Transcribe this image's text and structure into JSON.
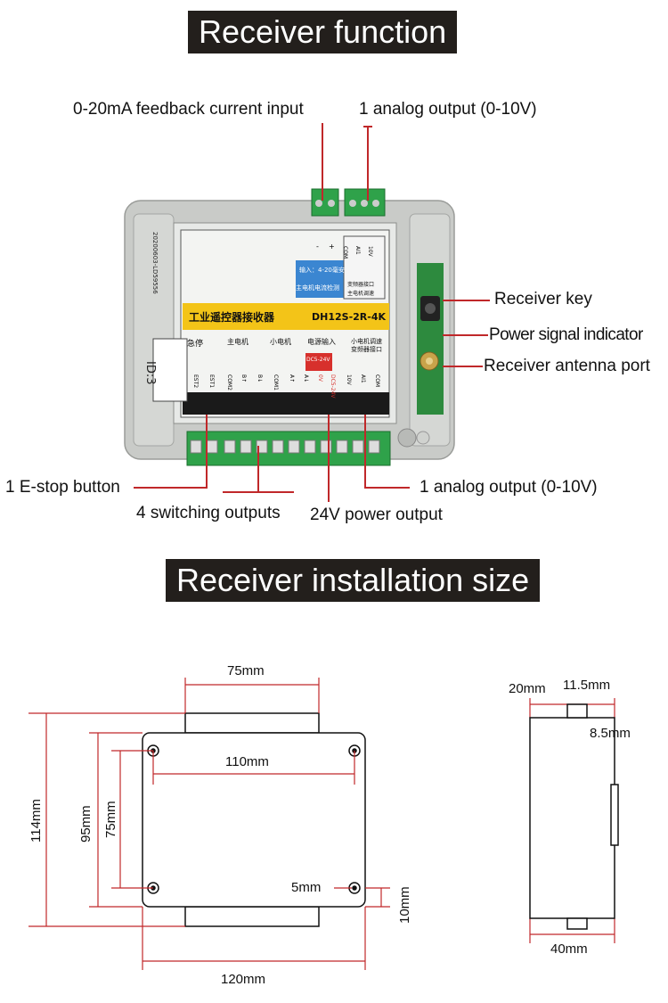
{
  "section1": {
    "title": "Receiver function",
    "labels": {
      "feedback_input": "0-20mA feedback current input",
      "analog_top": "1 analog output (0-10V)",
      "receiver_key": "Receiver key",
      "power_indicator": "Power signal indicator",
      "antenna_port": "Receiver antenna port",
      "estop": "1 E-stop button",
      "switching": "4 switching outputs",
      "power24": "24V power output",
      "analog_bottom": "1 analog output (0-10V)"
    },
    "device": {
      "header_cn": "工业遥控器接收器",
      "model": "DH12S-2R-4K",
      "input_note": "输入：4-20毫安",
      "motor_detect": "主电机电流检测",
      "speed_port": "变频器接口",
      "speed_ctrl": "主电机调速",
      "col_estop": "急停",
      "col_main": "主电机",
      "col_small": "小电机",
      "col_power": "电源输入",
      "col_small_speed": "小电机调速",
      "col_small_port": "变频器接口",
      "terminals": [
        "EST2",
        "EST1",
        "COM2",
        "B↑",
        "B↓",
        "COM1",
        "A↑",
        "A↓",
        "0V",
        "DC5-24V",
        "10V",
        "AI1",
        "COM"
      ],
      "top_terminals": [
        "-",
        "+",
        "COM",
        "AI1",
        "10V"
      ],
      "id_text": "ID:3",
      "serial": "20200603-LD59556",
      "power_red": "DC5-24V"
    }
  },
  "section2": {
    "title": "Receiver installation size",
    "dims": {
      "top_width": "75mm",
      "hole_spacing_w": "110mm",
      "total_h": "114mm",
      "inner_h": "95mm",
      "hole_spacing_h": "75mm",
      "hole_d": "5mm",
      "hole_offset": "10mm",
      "total_w": "120mm",
      "side_depth": "20mm",
      "side_tab": "11.5mm",
      "side_tab_h": "8.5mm",
      "side_total": "40mm"
    }
  }
}
